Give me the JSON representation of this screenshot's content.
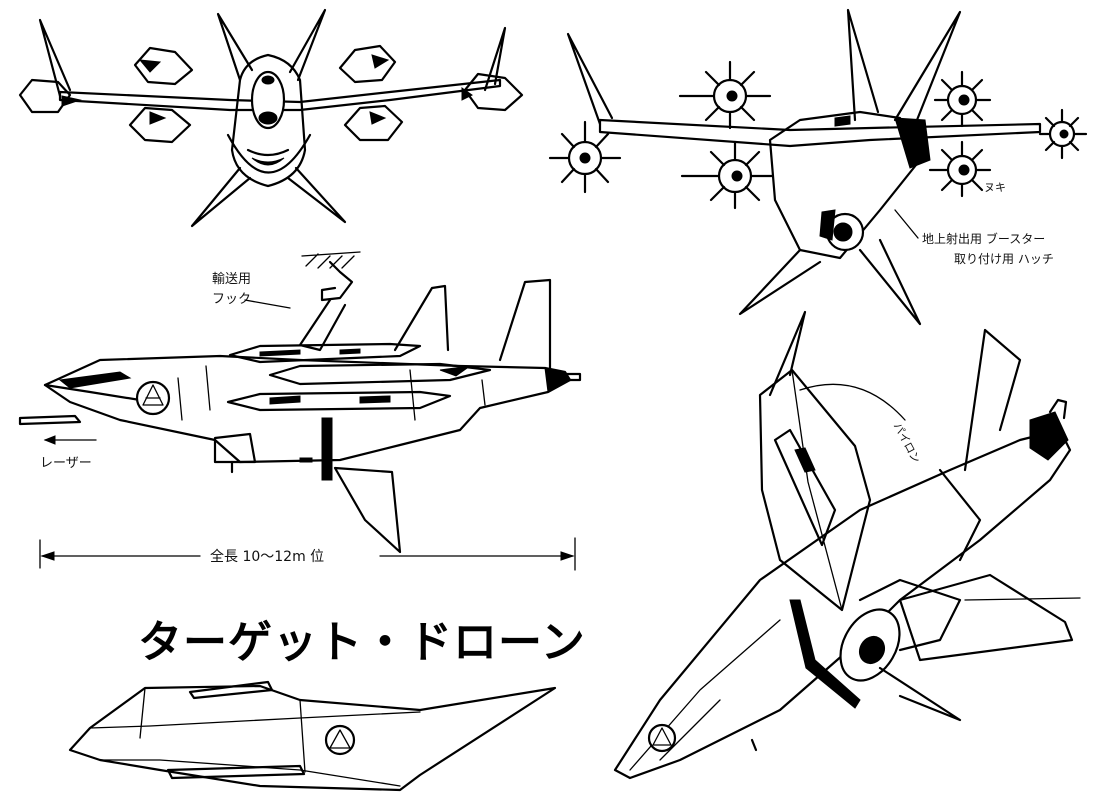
{
  "sheet": {
    "title": "ターゲット・ドローン",
    "labels": {
      "hook_line1": "輸送用",
      "hook_line2": "フック",
      "laser": "レーザー",
      "length": "全長 10～12m 位",
      "booster_line1": "地上射出用 ブースター",
      "booster_line2": "取り付け用 ハッチ",
      "nuki": "ヌキ",
      "pylon": "パイロン"
    }
  }
}
